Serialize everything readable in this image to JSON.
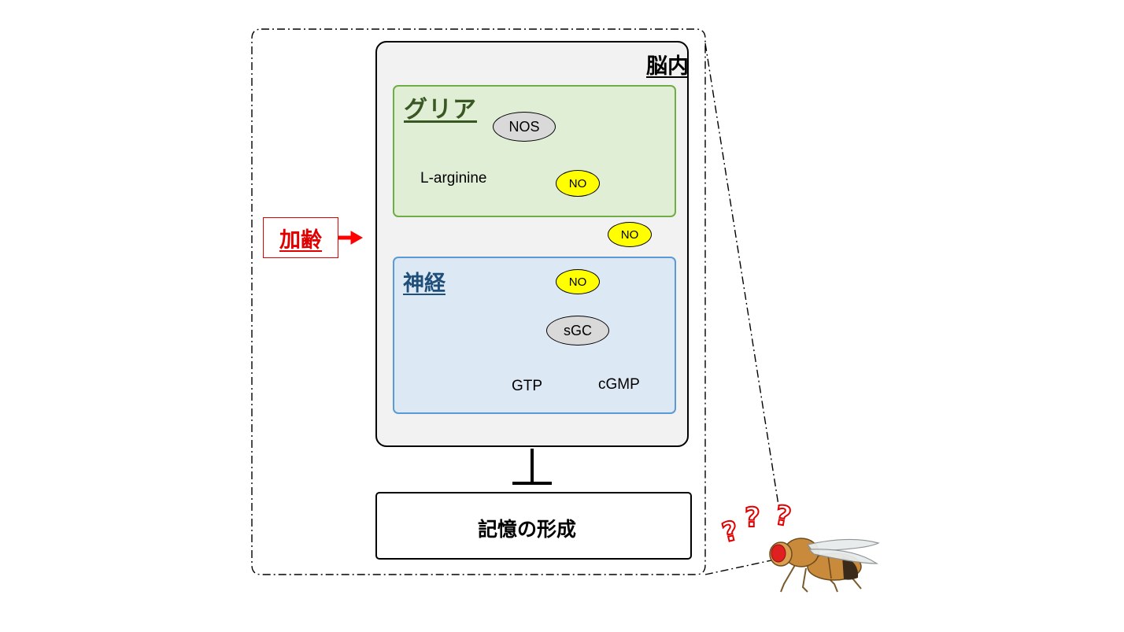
{
  "brain": {
    "title": "脳内"
  },
  "glia": {
    "title": "グリア",
    "enzyme": "NOS",
    "substrate": "L-arginine",
    "product": "NO"
  },
  "extracellular": {
    "molecule": "NO"
  },
  "neuron": {
    "title": "神経",
    "no_label": "NO",
    "receptor": "sGC",
    "substrate": "GTP",
    "product": "cGMP"
  },
  "aging": {
    "label": "加齢"
  },
  "memory": {
    "label": "記憶の形成"
  },
  "fly": {
    "question_marks": [
      "?",
      "?",
      "?"
    ]
  },
  "colors": {
    "red": "#e00000",
    "glia_border": "#70ad47",
    "glia_fill": "#e1eed6",
    "neuron_border": "#5b9bd5",
    "neuron_fill": "#dde8f5",
    "no_yellow": "#ffff00"
  }
}
